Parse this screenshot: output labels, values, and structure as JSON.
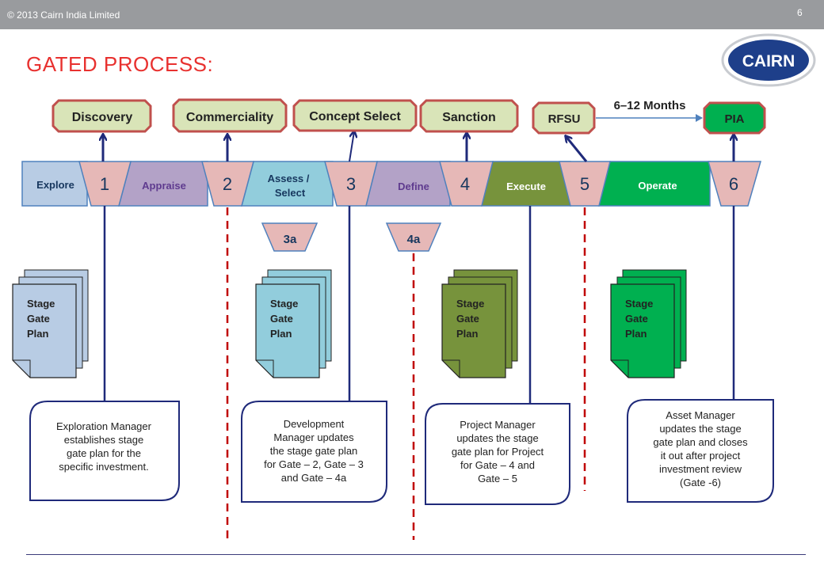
{
  "header": {
    "copyright": "© 2013 Cairn India Limited",
    "page_number": "6"
  },
  "title": "GATED PROCESS:",
  "logo": {
    "text": "CAIRN"
  },
  "duration_label": "6–12 Months",
  "milestones": [
    "Discovery",
    "Commerciality",
    "Concept Select",
    "Sanction",
    "RFSU",
    "PIA"
  ],
  "phases": [
    {
      "lines": [
        "Explore"
      ]
    },
    {
      "lines": [
        "Appraise"
      ]
    },
    {
      "lines": [
        "Assess /",
        "Select"
      ]
    },
    {
      "lines": [
        "Define"
      ]
    },
    {
      "lines": [
        "Execute"
      ]
    },
    {
      "lines": [
        "Operate"
      ]
    }
  ],
  "gates": [
    "1",
    "2",
    "3",
    "4",
    "5",
    "6"
  ],
  "sub_gates": [
    "3a",
    "4a"
  ],
  "documents": [
    {
      "lines": [
        "Stage",
        "Gate",
        "Plan"
      ]
    },
    {
      "lines": [
        "Stage",
        "Gate",
        "Plan"
      ]
    },
    {
      "lines": [
        "Stage",
        "Gate",
        "Plan"
      ]
    },
    {
      "lines": [
        "Stage",
        "Gate",
        "Plan"
      ]
    }
  ],
  "callouts": [
    {
      "lines": [
        "Exploration Manager",
        "establishes stage",
        "gate plan for the",
        "specific investment."
      ]
    },
    {
      "lines": [
        "Development",
        "Manager updates",
        "the stage gate plan",
        "for Gate – 2, Gate – 3",
        "and Gate – 4a"
      ]
    },
    {
      "lines": [
        "Project Manager",
        "updates the stage",
        "gate plan for Project",
        "for Gate – 4 and",
        "Gate – 5"
      ]
    },
    {
      "lines": [
        "Asset Manager",
        "updates the stage",
        "gate plan and closes",
        "it out after project",
        "investment review",
        "(Gate -6)"
      ]
    }
  ],
  "colors": {
    "title": "#e8312f",
    "gate_fill": "#e6b8b7",
    "milestone_fill": "#d9e4b8",
    "milestone_border": "#c0504d",
    "explore": "#b8cce4",
    "appraise": "#b3a2c7",
    "assess": "#92cddc",
    "define": "#b3a2c7",
    "execute": "#77933c",
    "operate": "#00b050",
    "connector": "#1f2a7a",
    "dashed": "#c00000"
  }
}
